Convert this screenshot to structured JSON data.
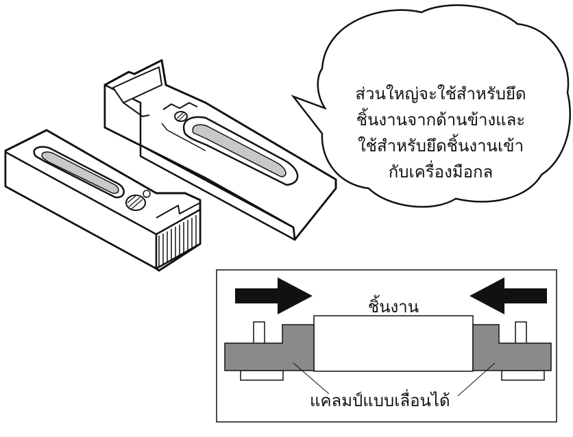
{
  "callout": {
    "lines": [
      "ส่วนใหญ่จะใช้สำหรับยึด",
      "ชิ้นงานจากด้านข้างและ",
      "ใช้สำหรับยึดชิ้นงานเข้า",
      "กับเครื่องมือกล"
    ]
  },
  "diagram": {
    "workpiece_label": "ชิ้นงาน",
    "clamp_label": "แคลมป์แบบเลื่อนได้"
  },
  "colors": {
    "clamp_fill": "#8a8a8a",
    "hatch_fill": "#c8c8c8",
    "line": "#111111"
  },
  "icons": [
    "push-arrow-right-icon",
    "push-arrow-left-icon"
  ]
}
